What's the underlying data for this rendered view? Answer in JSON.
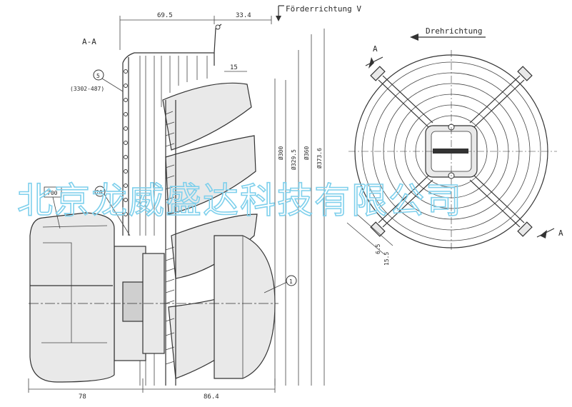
{
  "section_label": "A-A",
  "flow_direction_label": "Förderrichtung V",
  "rotation_direction_label": "Drehrichtung",
  "section_marker": "A",
  "part_numbers": {
    "guard": "5",
    "guard_ref": "(3302-487)",
    "motor": "1",
    "capacitor_box": "700",
    "terminal": "20"
  },
  "dimensions": {
    "top_left": "69.5",
    "top_right": "33.4",
    "inner": "15",
    "d300": "Ø300",
    "d329": "Ø329.5",
    "d360": "Ø360",
    "d373": "Ø373.6",
    "bottom_left": "78",
    "bottom_right": "86.4",
    "hole_a": "6.5",
    "hole_b": "15.5"
  },
  "watermark": "北京龙威盛达科技有限公司"
}
